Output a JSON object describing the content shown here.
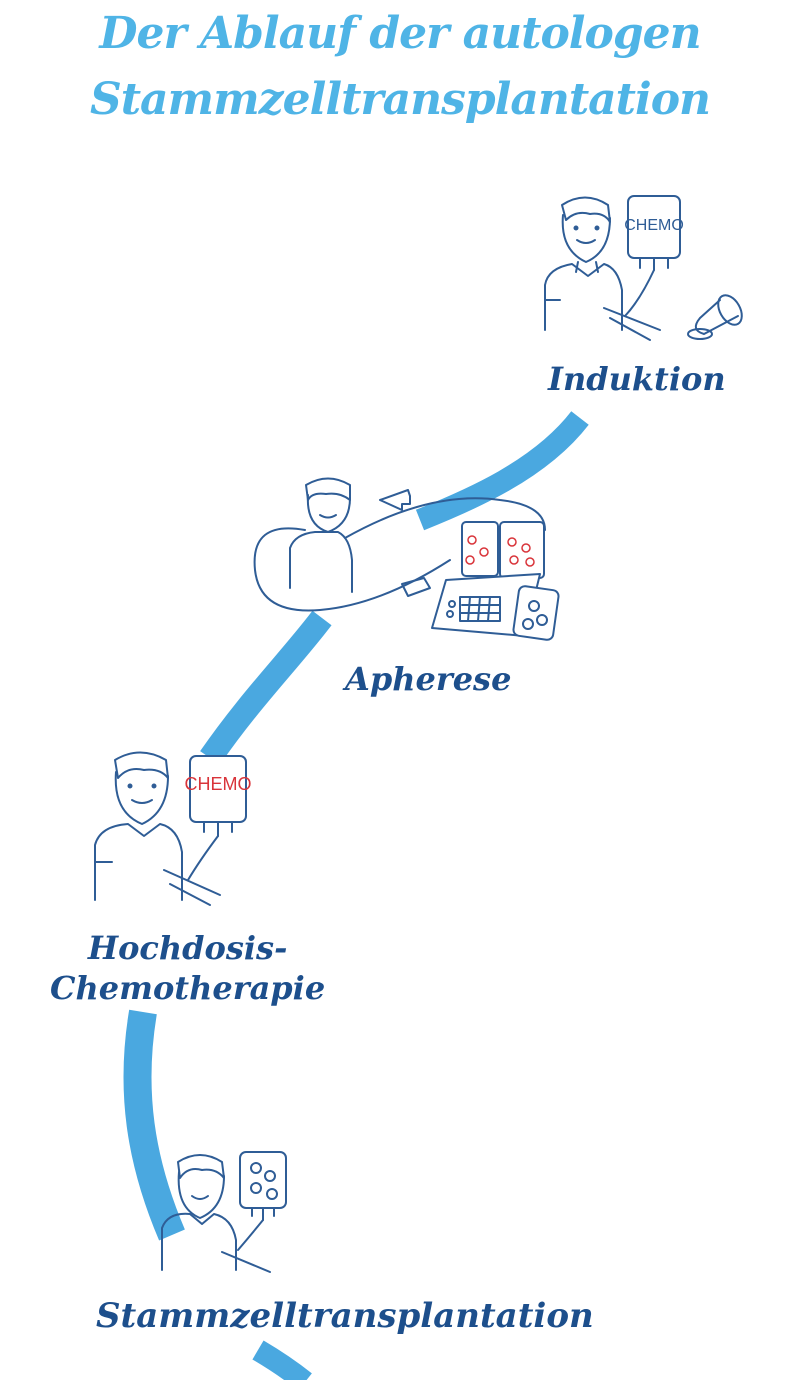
{
  "title": {
    "line1": "Der Ablauf der autologen",
    "line2": "Stammzelltransplantation"
  },
  "steps": [
    {
      "id": "induktion",
      "label": "Induktion",
      "bag_label": "CHEMO"
    },
    {
      "id": "apherese",
      "label": "Apherese"
    },
    {
      "id": "hochdosis",
      "label_line1": "Hochdosis-",
      "label_line2": "Chemotherapie",
      "bag_label": "CHEMO"
    },
    {
      "id": "transplantation",
      "label": "Stammzelltransplantation"
    }
  ],
  "colors": {
    "title": "#4fb4e6",
    "labels": "#1d4f8c",
    "path": "#4aa8e0",
    "sketch": "#2f5d96",
    "chemo_red": "#d9343a"
  }
}
